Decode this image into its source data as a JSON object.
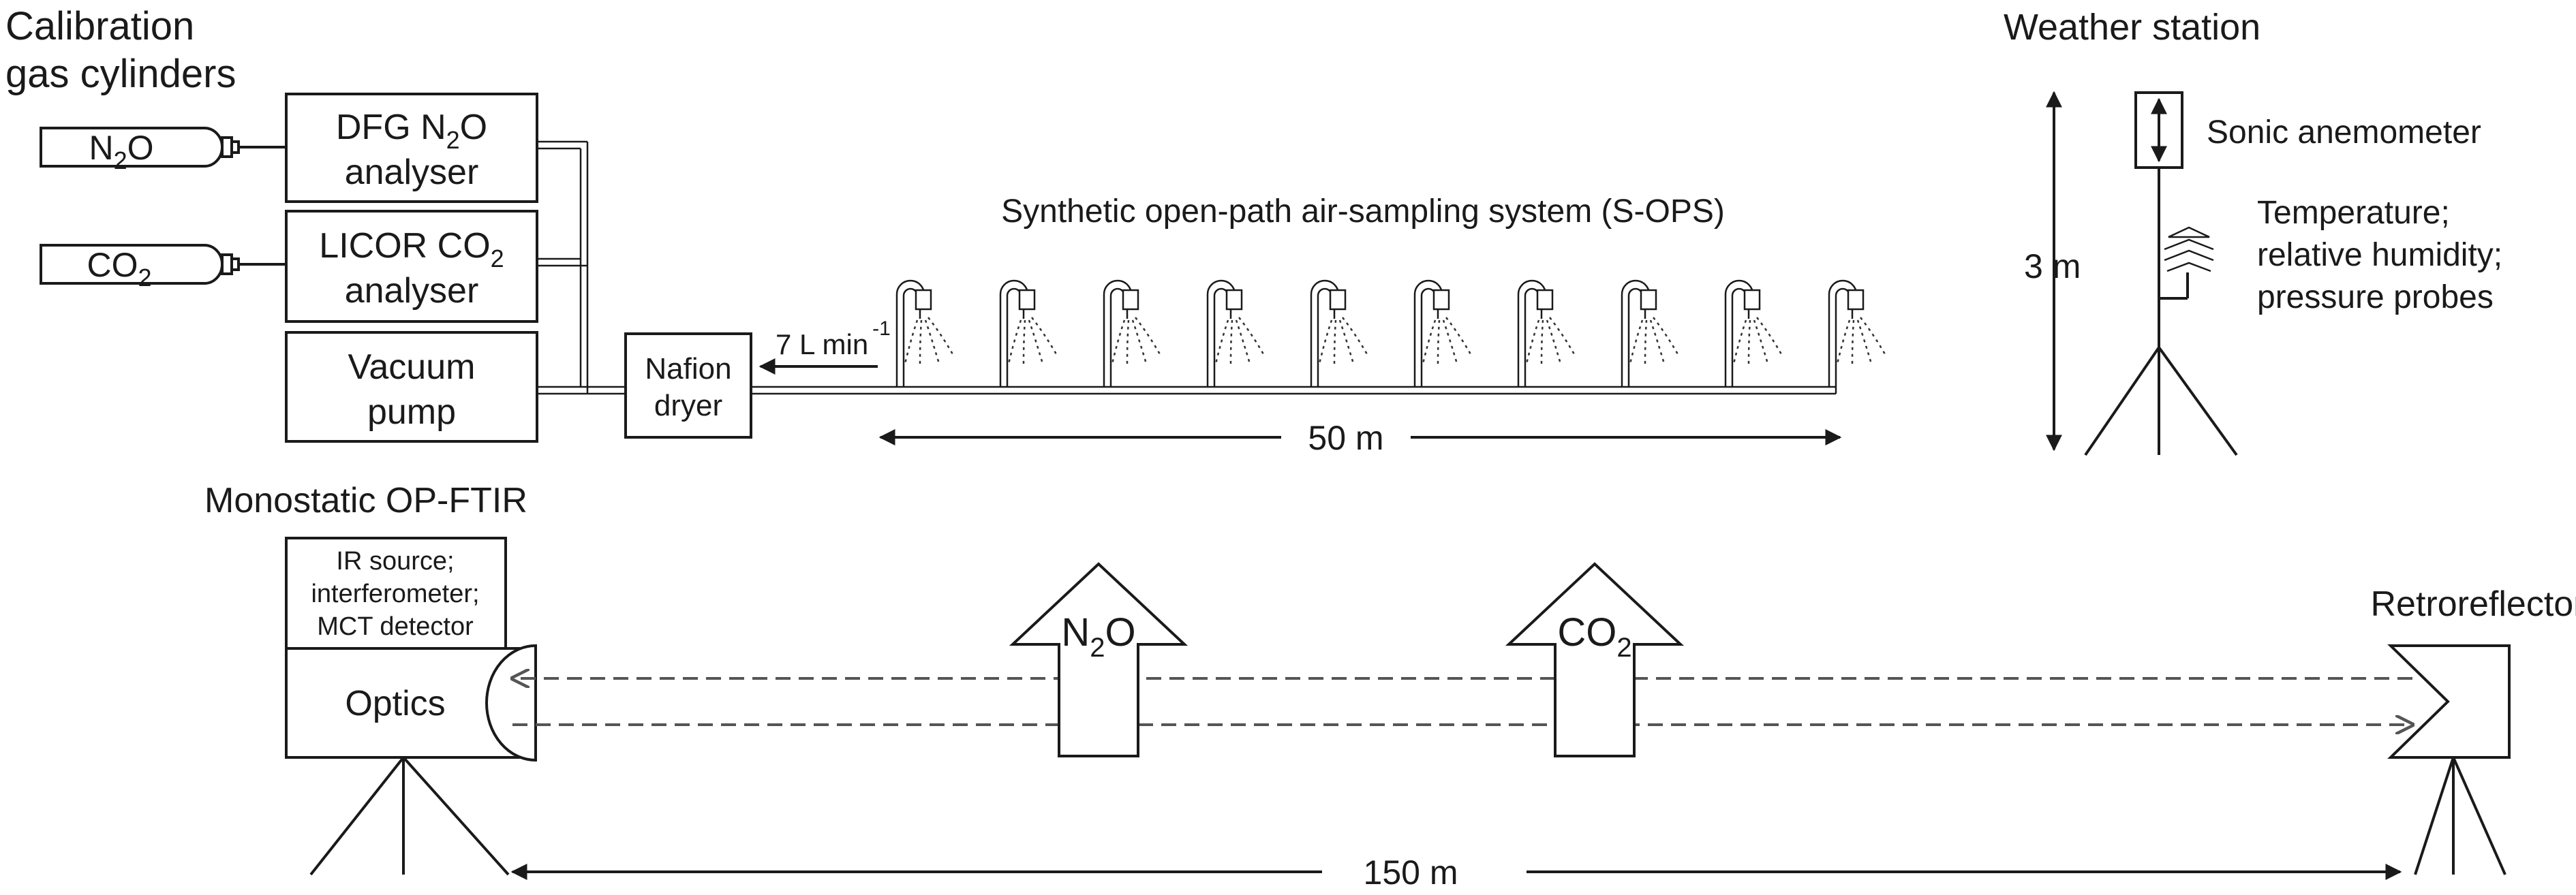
{
  "calibration": {
    "title_line1": "Calibration",
    "title_line2": "gas cylinders",
    "cylinder1": "N",
    "cylinder1_sub": "2",
    "cylinder1_end": "O",
    "cylinder2": "CO",
    "cylinder2_sub": "2"
  },
  "analysers": {
    "dfg_line1": "DFG N",
    "dfg_line1_sub": "2",
    "dfg_line1_end": "O",
    "dfg_line2": "analyser",
    "licor_line1": "LICOR CO",
    "licor_line1_sub": "2",
    "licor_line2": "analyser",
    "pump_line1": "Vacuum",
    "pump_line2": "pump"
  },
  "dryer": {
    "line1": "Nafion",
    "line2": "dryer"
  },
  "flow": {
    "label": "7 L min",
    "exponent": "-1"
  },
  "sops": {
    "title": "Synthetic open-path air-sampling system (S-OPS)",
    "inlet_count": 10,
    "length_label": "50 m"
  },
  "weather": {
    "title": "Weather station",
    "sonic_label": "Sonic anemometer",
    "probe_line1": "Temperature;",
    "probe_line2": "relative humidity;",
    "probe_line3": "pressure probes",
    "height_label": "3 m"
  },
  "ftir": {
    "title": "Monostatic OP-FTIR",
    "unit_line1": "IR source;",
    "unit_line2": "interferometer;",
    "unit_line3": "MCT detector",
    "optics_label": "Optics"
  },
  "plumes": {
    "n2o": "N",
    "n2o_sub": "2",
    "n2o_end": "O",
    "co2": "CO",
    "co2_sub": "2"
  },
  "retro": {
    "label": "Retroreflector"
  },
  "path": {
    "length_label": "150 m"
  }
}
